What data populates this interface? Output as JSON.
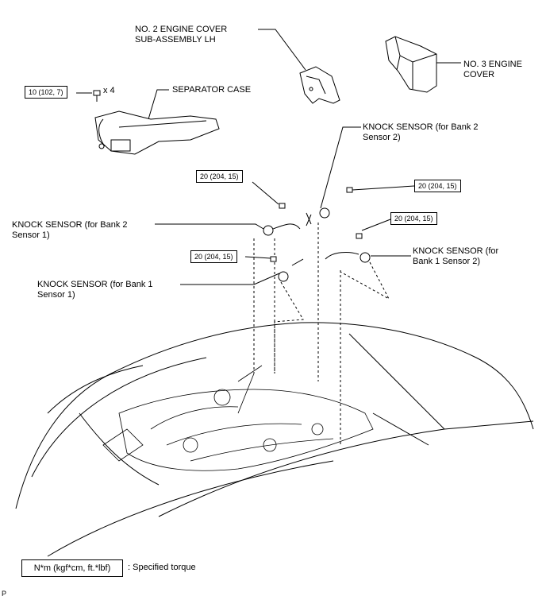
{
  "labels": {
    "engine_cover_lh": "NO. 2 ENGINE COVER\nSUB-ASSEMBLY LH",
    "engine_cover_3": "NO. 3 ENGINE\nCOVER",
    "separator_case": "SEPARATOR CASE",
    "ks_b2s2": "KNOCK SENSOR (for Bank 2\nSensor 2)",
    "ks_b2s1": "KNOCK SENSOR (for Bank 2\nSensor 1)",
    "ks_b1s2": "KNOCK SENSOR (for\nBank 1 Sensor 2)",
    "ks_b1s1": "KNOCK SENSOR (for Bank 1\nSensor 1)"
  },
  "torques": {
    "separator": "10 (102, 7)",
    "t1": "20 (204, 15)",
    "t2": "20 (204, 15)",
    "t3": "20 (204, 15)",
    "t4": "20 (204, 15)"
  },
  "quantity": "x 4",
  "legend": {
    "unit": "N*m (kgf*cm, ft.*lbf)",
    "meaning": ": Specified torque"
  },
  "figure_code": "P"
}
